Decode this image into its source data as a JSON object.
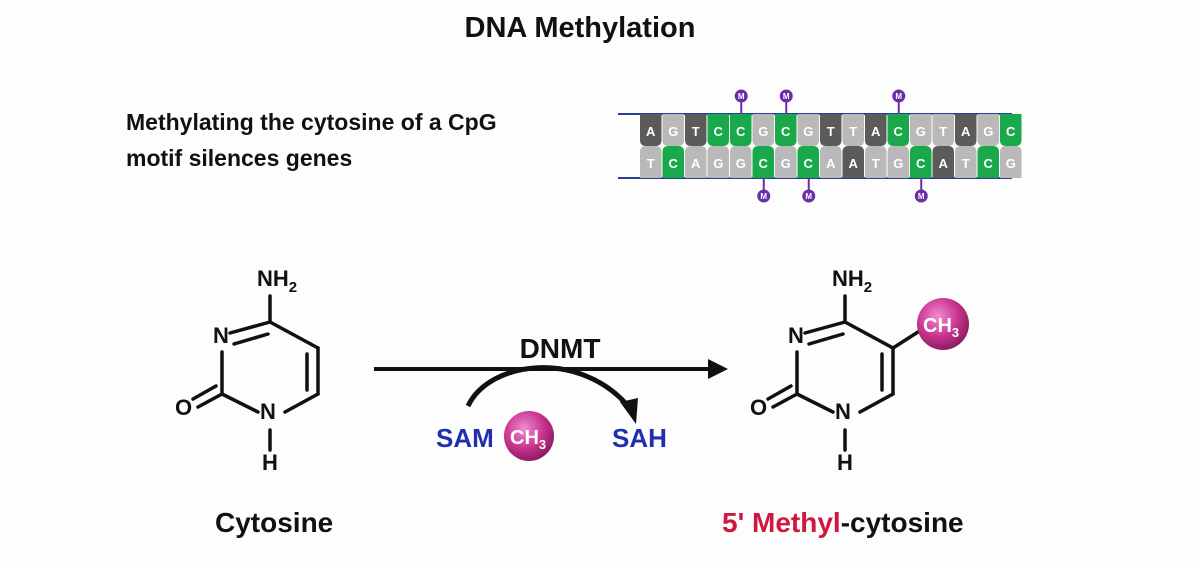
{
  "title": "DNA Methylation",
  "subtitle_line1": "Methylating the cytosine of a CpG",
  "subtitle_line2": "motif silences genes",
  "dna": {
    "top_strand": [
      "A",
      "G",
      "T",
      "C",
      "C",
      "G",
      "C",
      "G",
      "T",
      "T",
      "A",
      "C",
      "G",
      "T",
      "A",
      "G",
      "C"
    ],
    "bottom_strand": [
      "T",
      "C",
      "A",
      "G",
      "G",
      "C",
      "G",
      "C",
      "A",
      "A",
      "T",
      "G",
      "C",
      "A",
      "T",
      "C",
      "G"
    ],
    "top_methylated_index": [
      4,
      6,
      11
    ],
    "bottom_methylated_index": [
      5,
      7,
      12
    ],
    "methyl_mark": "M",
    "colors": {
      "dark": "#5b5b5b",
      "light": "#b9b9b9",
      "green": "#1aa94a",
      "methyl": "#6a2fa8",
      "rail": "#2a3f9a"
    }
  },
  "cytosine": {
    "nh2": "NH",
    "nh2_sub": "2",
    "n_ring": "N",
    "oxygen": "O",
    "n_h": "N",
    "h": "H",
    "name": "Cytosine"
  },
  "reaction": {
    "enzyme": "DNMT",
    "donor": "SAM",
    "product": "SAH",
    "methyl": "CH",
    "methyl_sub": "3",
    "methyl_color": "#c9348f"
  },
  "methylcytosine": {
    "nh2": "NH",
    "nh2_sub": "2",
    "n_ring": "N",
    "oxygen": "O",
    "n_h": "N",
    "h": "H",
    "methyl": "CH",
    "methyl_sub": "3",
    "name_prefix": "5' Methyl",
    "name_dash": "-",
    "name_suffix": "cytosine",
    "prefix_color": "#d0173f"
  }
}
